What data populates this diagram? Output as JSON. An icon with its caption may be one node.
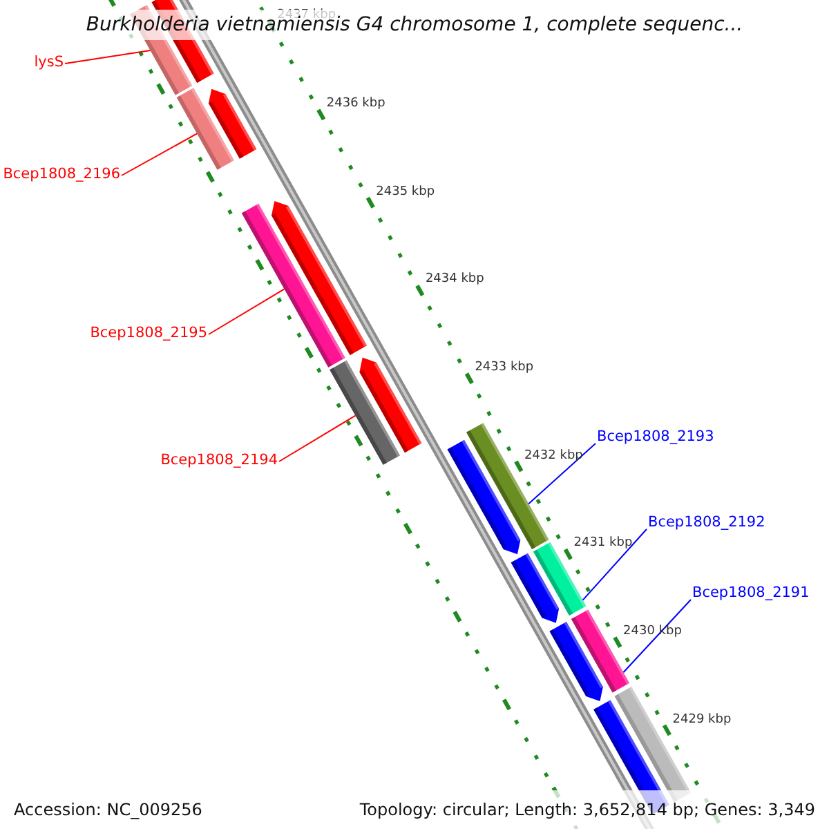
{
  "diagram": {
    "title": "Burkholderia vietnamiensis G4 chromosome 1, complete sequenc...",
    "nodes": [
      {
        "text": [
          "lysS"
        ]
      },
      {
        "text": [
          "Bcep1808_2196"
        ]
      },
      {
        "text": [
          "Bcep1808_2195"
        ]
      },
      {
        "text": [
          "Bcep1808_2194"
        ]
      },
      {
        "text": [
          "Bcep1808_2193"
        ]
      },
      {
        "text": [
          "Bcep1808_2192"
        ]
      },
      {
        "text": [
          "Bcep1808_2191"
        ]
      },
      {
        "text": [],
        "shape": "bar"
      },
      {
        "text": [],
        "shape": "bar"
      },
      {
        "text": [],
        "shape": "bar"
      },
      {
        "text": [],
        "shape": "bar"
      },
      {
        "text": [],
        "shape": "bar"
      },
      {
        "text": [],
        "shape": "bar"
      },
      {
        "text": [],
        "shape": "bar"
      },
      {
        "text": [],
        "shape": "bar"
      },
      {
        "text": [],
        "shape": "bar"
      },
      {
        "text": [],
        "shape": "bar"
      },
      {
        "text": [],
        "shape": "bar"
      },
      {
        "text": [],
        "shape": "bar"
      },
      {
        "text": [],
        "shape": "bar"
      },
      {
        "text": [],
        "shape": "bar"
      },
      {
        "text": [],
        "shape": "bar"
      },
      {
        "text": [],
        "shape": "bar"
      }
    ],
    "edges": [
      {
        "from": 0,
        "to": 7,
        "arrow": "none"
      },
      {
        "from": 1,
        "to": 9,
        "arrow": "none"
      },
      {
        "from": 2,
        "to": 11,
        "arrow": "none"
      },
      {
        "from": 3,
        "to": 13,
        "arrow": "none"
      },
      {
        "from": 4,
        "to": 15,
        "arrow": "none",
        "color": "#0000ff"
      },
      {
        "from": 5,
        "to": 17,
        "arrow": "none",
        "color": "#0000ff"
      },
      {
        "from": 6,
        "to": 19,
        "arrow": "none",
        "color": "#0000ff"
      }
    ],
    "labels": [
      "2437 kbp",
      "2436 kbp",
      "2435 kbp",
      "2434 kbp",
      "2433 kbp",
      "2432 kbp",
      "2431 kbp",
      "2430 kbp",
      "2429 kbp",
      "Accession: NC_009256",
      "Topology: circular; Length: 3,652,814 bp; Genes: 3,349"
    ]
  }
}
